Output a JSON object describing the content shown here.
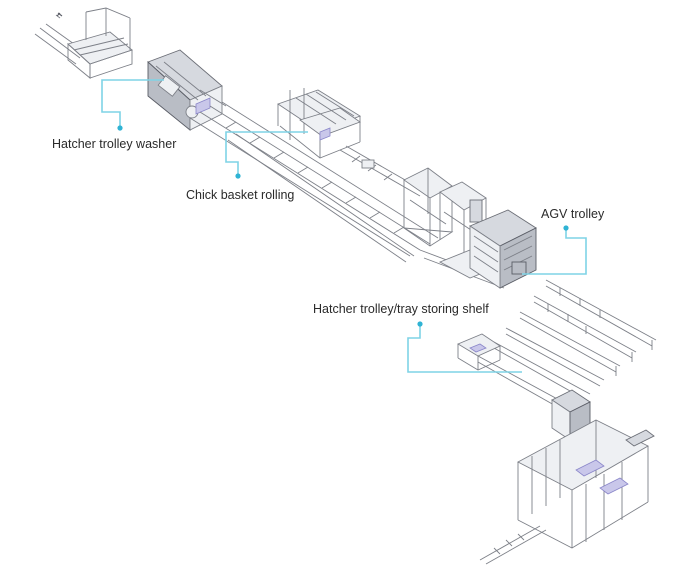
{
  "labels": {
    "washer": "Hatcher trolley washer",
    "basket": "Chick basket rolling",
    "agv": "AGV trolley",
    "shelf": "Hatcher trolley/tray storing shelf"
  },
  "colors": {
    "callout": "#7fd3e6",
    "equipment": "#7d8088",
    "accent": "#c9c7ea"
  }
}
